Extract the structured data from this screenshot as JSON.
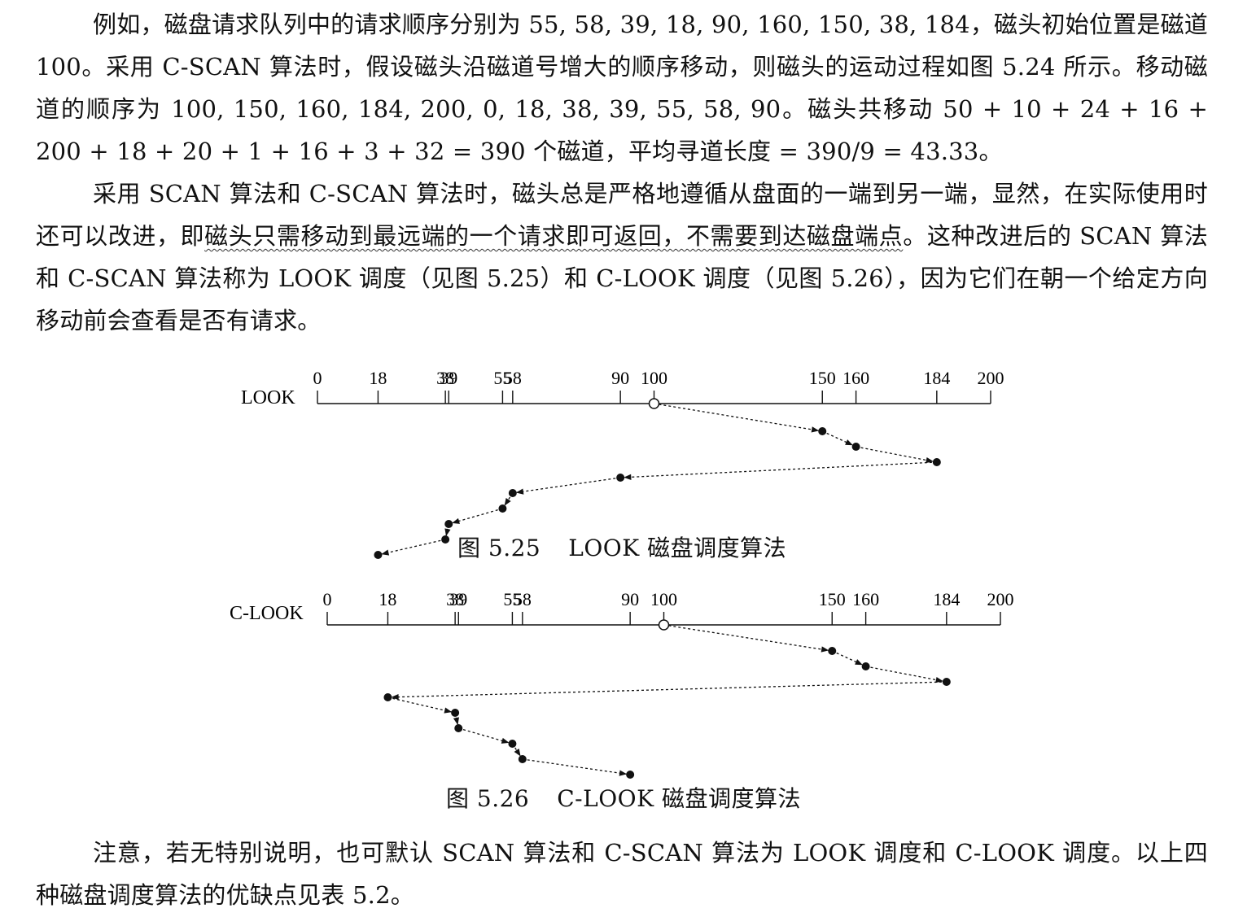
{
  "paragraphs": {
    "p1": "例如，磁盘请求队列中的请求顺序分别为 55, 58, 39, 18, 90, 160, 150, 38, 184，磁头初始位置是磁道 100。采用 C-SCAN 算法时，假设磁头沿磁道号增大的顺序移动，则磁头的运动过程如图 5.24 所示。移动磁道的顺序为 100, 150, 160, 184, 200, 0, 18, 38, 39, 55, 58, 90。磁头共移动 50 + 10 + 24 + 16 + 200 + 18 + 20 + 1 + 16 + 3 + 32 = 390 个磁道，平均寻道长度 = 390/9 = 43.33。",
    "p2_a": "采用 SCAN 算法和 C-SCAN 算法时，磁头总是严格地遵循从盘面的一端到另一端，显然，在实际使用时还可以改进，即",
    "p2_b": "磁头只需移动到最远端的一个请求即可返回，不需要到达磁盘端点",
    "p2_c": "。这种改进后的 SCAN 算法和 C-SCAN 算法称为 LOOK 调度（见图 5.25）和 C-LOOK 调度（见图 5.26），因为它们在朝一个给定方向移动前会查看是否有请求。",
    "p3": "注意，若无特别说明，也可默认 SCAN 算法和 C-SCAN 算法为 LOOK 调度和 C-LOOK 调度。以上四种磁盘调度算法的优缺点见表 5.2。"
  },
  "figures": {
    "look": {
      "label": "LOOK",
      "caption_num": "图 5.25",
      "caption_text": "LOOK 磁盘调度算法"
    },
    "clook": {
      "label": "C-LOOK",
      "caption_num": "图 5.26",
      "caption_text": "C-LOOK 磁盘调度算法"
    }
  },
  "chart_data": [
    {
      "type": "line",
      "title": "LOOK",
      "x_ticks": [
        "0",
        "18",
        "38",
        "39",
        "55",
        "58",
        "90",
        "100",
        "150",
        "160",
        "184",
        "200"
      ],
      "xlim": [
        0,
        200
      ],
      "start": 100,
      "sequence": [
        100,
        150,
        160,
        184,
        90,
        58,
        55,
        39,
        38,
        18
      ]
    },
    {
      "type": "line",
      "title": "C-LOOK",
      "x_ticks": [
        "0",
        "18",
        "38",
        "39",
        "55",
        "58",
        "90",
        "100",
        "150",
        "160",
        "184",
        "200"
      ],
      "xlim": [
        0,
        200
      ],
      "start": 100,
      "sequence": [
        100,
        150,
        160,
        184,
        18,
        38,
        39,
        55,
        58,
        90
      ]
    }
  ]
}
